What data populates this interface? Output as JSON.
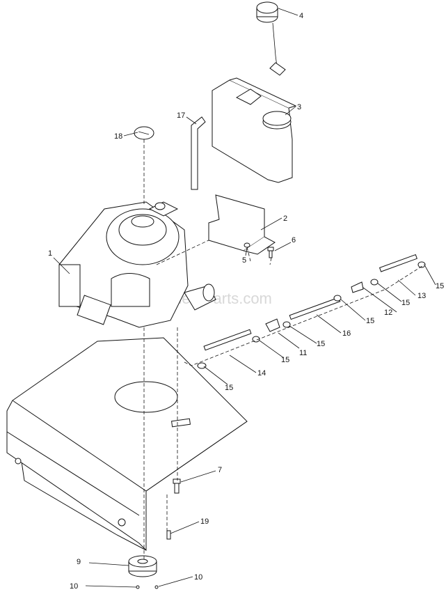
{
  "watermark": "eReplacementParts.com",
  "callouts": [
    {
      "id": "callout-1",
      "text": "1"
    },
    {
      "id": "callout-2",
      "text": "2"
    },
    {
      "id": "callout-3",
      "text": "3"
    },
    {
      "id": "callout-4",
      "text": "4"
    },
    {
      "id": "callout-5",
      "text": "5"
    },
    {
      "id": "callout-6",
      "text": "6"
    },
    {
      "id": "callout-7",
      "text": "7"
    },
    {
      "id": "callout-9",
      "text": "9"
    },
    {
      "id": "callout-10a",
      "text": "10"
    },
    {
      "id": "callout-10b",
      "text": "10"
    },
    {
      "id": "callout-11",
      "text": "11"
    },
    {
      "id": "callout-12",
      "text": "12"
    },
    {
      "id": "callout-13",
      "text": "13"
    },
    {
      "id": "callout-14",
      "text": "14"
    },
    {
      "id": "callout-15a",
      "text": "15"
    },
    {
      "id": "callout-15b",
      "text": "15"
    },
    {
      "id": "callout-15c",
      "text": "15"
    },
    {
      "id": "callout-15d",
      "text": "15"
    },
    {
      "id": "callout-15e",
      "text": "15"
    },
    {
      "id": "callout-15f",
      "text": "15"
    },
    {
      "id": "callout-16",
      "text": "16"
    },
    {
      "id": "callout-17",
      "text": "17"
    },
    {
      "id": "callout-18",
      "text": "18"
    },
    {
      "id": "callout-19",
      "text": "19"
    }
  ]
}
